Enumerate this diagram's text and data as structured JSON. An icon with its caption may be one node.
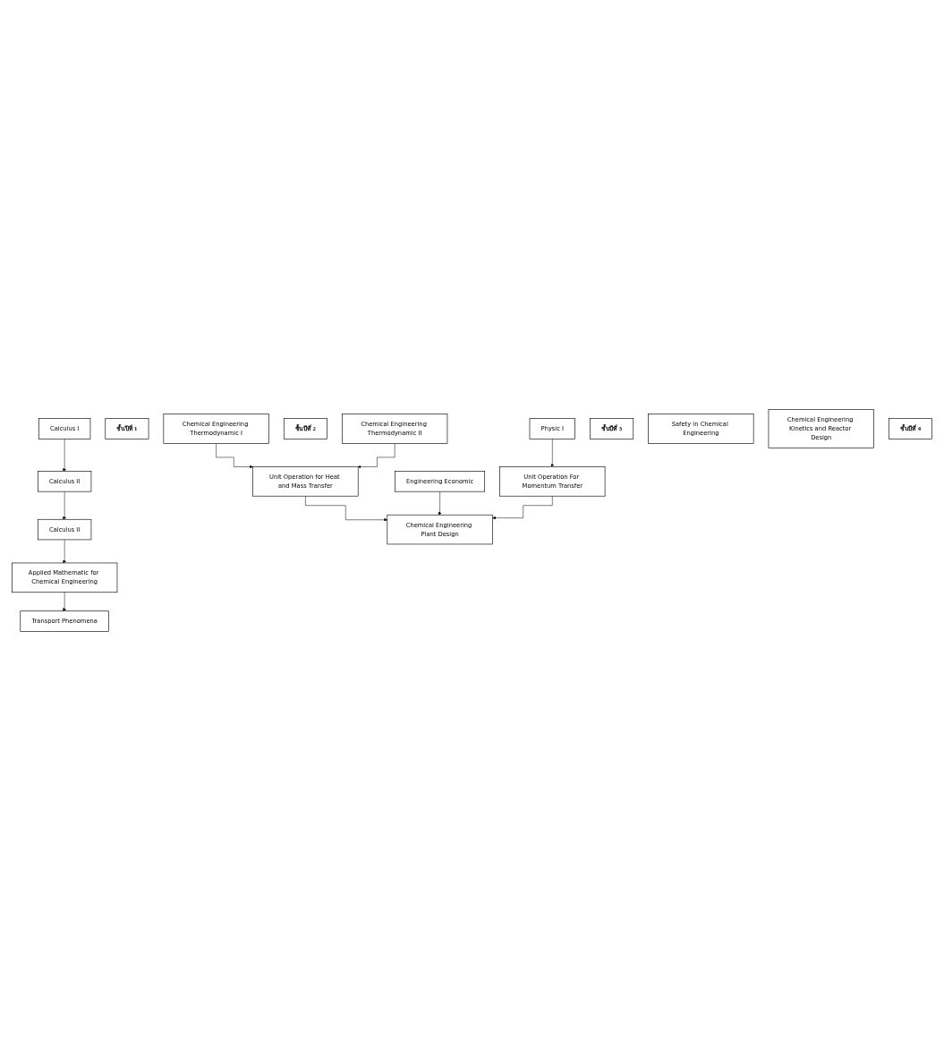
{
  "diagram": {
    "nodes": [
      {
        "text": [
          "Calculus I"
        ]
      },
      {
        "text": [
          "ชั้นปีที่ 1"
        ]
      },
      {
        "text": [
          "Calculus II"
        ]
      },
      {
        "text": [
          "Physic I"
        ]
      },
      {
        "text": [
          "Calculus II"
        ]
      },
      {
        "text": [
          "Unit Operation For Momentum Transfer"
        ]
      },
      {
        "text": [
          "ชั้นปีที่ 2"
        ]
      },
      {
        "text": [
          "Applied Mathematic for Chemical Engineering"
        ]
      },
      {
        "text": [
          "Chemical Engineering Thermodynamic I"
        ]
      },
      {
        "text": [
          "Chemical Engineering Thermodynamic II"
        ]
      },
      {
        "text": [
          "Transport Phenomena"
        ]
      },
      {
        "text": [
          "Unit Operation for Heat and Mass Transfer"
        ]
      },
      {
        "text": [
          "Engineering Economic"
        ]
      },
      {
        "text": [
          "ชั้นปีที่ 3"
        ]
      },
      {
        "text": [
          "Safety in Chemical Engineering"
        ]
      },
      {
        "text": [
          "Chemical Engineering Kinetics and Reactor Design"
        ]
      },
      {
        "text": [
          "Chemical Engineering Plant Design"
        ]
      },
      {
        "text": [
          "ชั้นปีที่ 4"
        ]
      }
    ],
    "edges": [
      {
        "from": 0,
        "to": 2,
        "arrow": "to"
      },
      {
        "from": 2,
        "to": 4,
        "arrow": "to"
      },
      {
        "from": 3,
        "to": 5,
        "arrow": "to"
      },
      {
        "from": 4,
        "to": 7,
        "arrow": "to"
      },
      {
        "from": 7,
        "to": 10,
        "arrow": "to"
      },
      {
        "from": 8,
        "to": 11,
        "arrow": "to"
      },
      {
        "from": 9,
        "to": 11,
        "arrow": "to"
      },
      {
        "from": 11,
        "to": 16,
        "arrow": "to"
      },
      {
        "from": 12,
        "to": 16,
        "arrow": "to"
      },
      {
        "from": 5,
        "to": 16,
        "arrow": "to"
      }
    ]
  }
}
